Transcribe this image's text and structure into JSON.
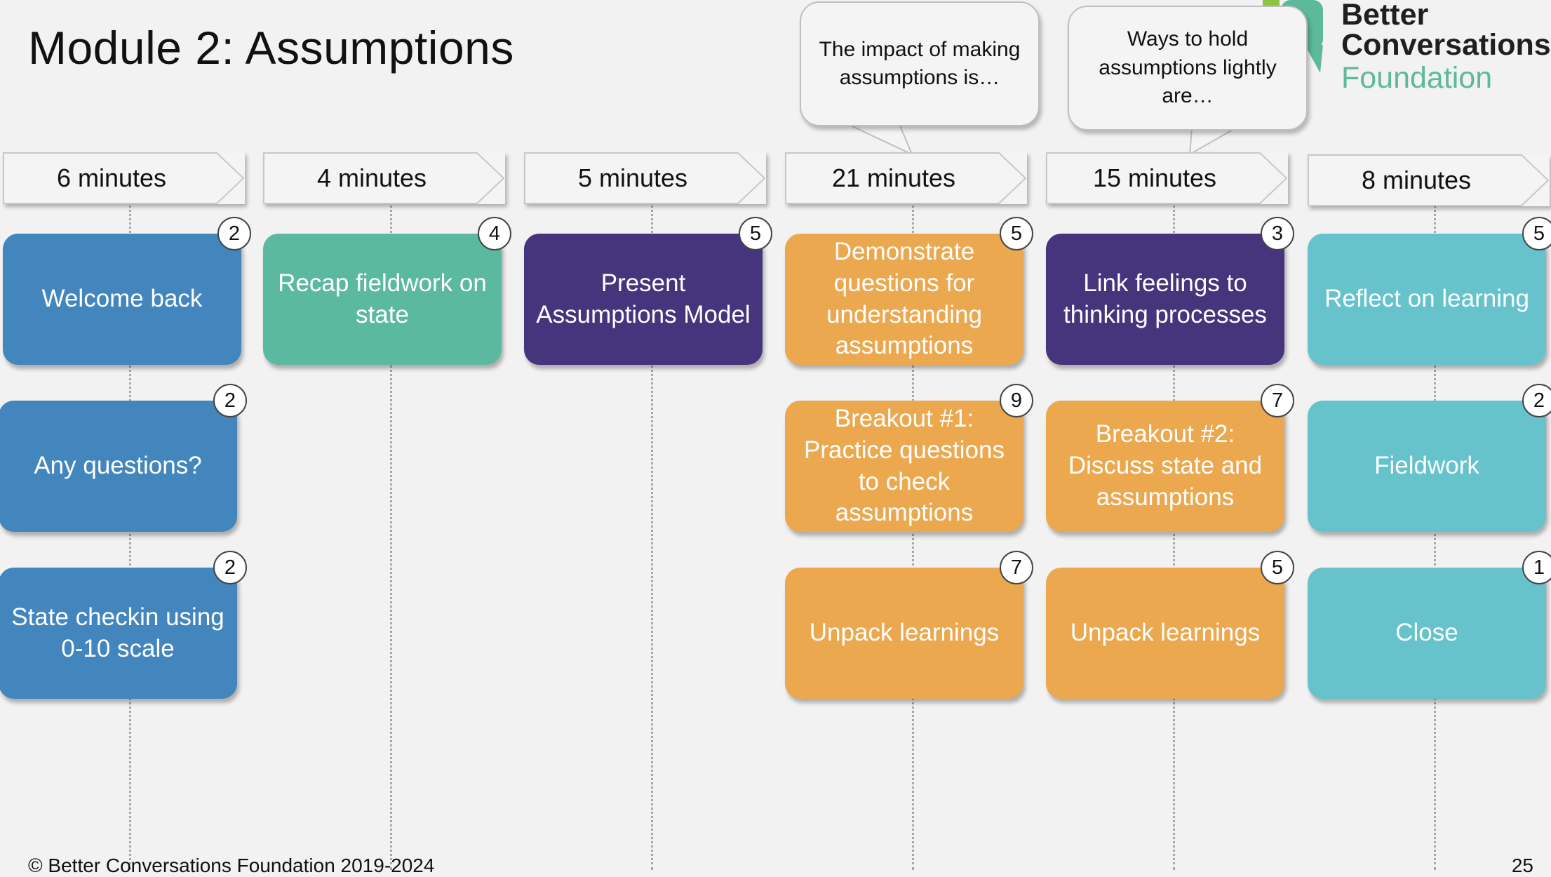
{
  "title": "Module 2: Assumptions",
  "logo": {
    "line1": "Better",
    "line2": "Conversations",
    "line3": "Foundation"
  },
  "colors": {
    "blue": "#4386bd",
    "teal": "#5cb9a1",
    "purple": "#46347c",
    "orange": "#eca84f",
    "cyan": "#66c3cc",
    "logo_green": "#5cb99a"
  },
  "columns": [
    {
      "duration": "6 minutes",
      "cards": [
        {
          "label": "Welcome back",
          "minutes": "2",
          "color": "blue"
        },
        {
          "label": "Any questions?",
          "minutes": "2",
          "color": "blue"
        },
        {
          "label": "State checkin using 0-10 scale",
          "minutes": "2",
          "color": "blue"
        }
      ]
    },
    {
      "duration": "4 minutes",
      "cards": [
        {
          "label": "Recap fieldwork on state",
          "minutes": "4",
          "color": "teal"
        }
      ]
    },
    {
      "duration": "5 minutes",
      "cards": [
        {
          "label": "Present Assumptions Model",
          "minutes": "5",
          "color": "purple"
        }
      ]
    },
    {
      "duration": "21 minutes",
      "cards": [
        {
          "label": "Demonstrate questions for understanding assumptions",
          "minutes": "5",
          "color": "orange"
        },
        {
          "label": "Breakout #1: Practice questions to check assumptions",
          "minutes": "9",
          "color": "orange"
        },
        {
          "label": "Unpack learnings",
          "minutes": "7",
          "color": "orange"
        }
      ]
    },
    {
      "duration": "15 minutes",
      "cards": [
        {
          "label": "Link feelings to thinking processes",
          "minutes": "3",
          "color": "purple"
        },
        {
          "label": "Breakout #2: Discuss  state and assumptions",
          "minutes": "7",
          "color": "orange"
        },
        {
          "label": "Unpack learnings",
          "minutes": "5",
          "color": "orange"
        }
      ]
    },
    {
      "duration": "8 minutes",
      "cards": [
        {
          "label": "Reflect on learning",
          "minutes": "5",
          "color": "cyan"
        },
        {
          "label": "Fieldwork",
          "minutes": "2",
          "color": "cyan"
        },
        {
          "label": "Close",
          "minutes": "1",
          "color": "cyan"
        }
      ]
    }
  ],
  "bubbles": [
    {
      "text": "The impact of making assumptions is…"
    },
    {
      "text": "Ways to hold assumptions lightly are…"
    }
  ],
  "footer": "© Better Conversations Foundation 2019-2024",
  "page_number": "25"
}
